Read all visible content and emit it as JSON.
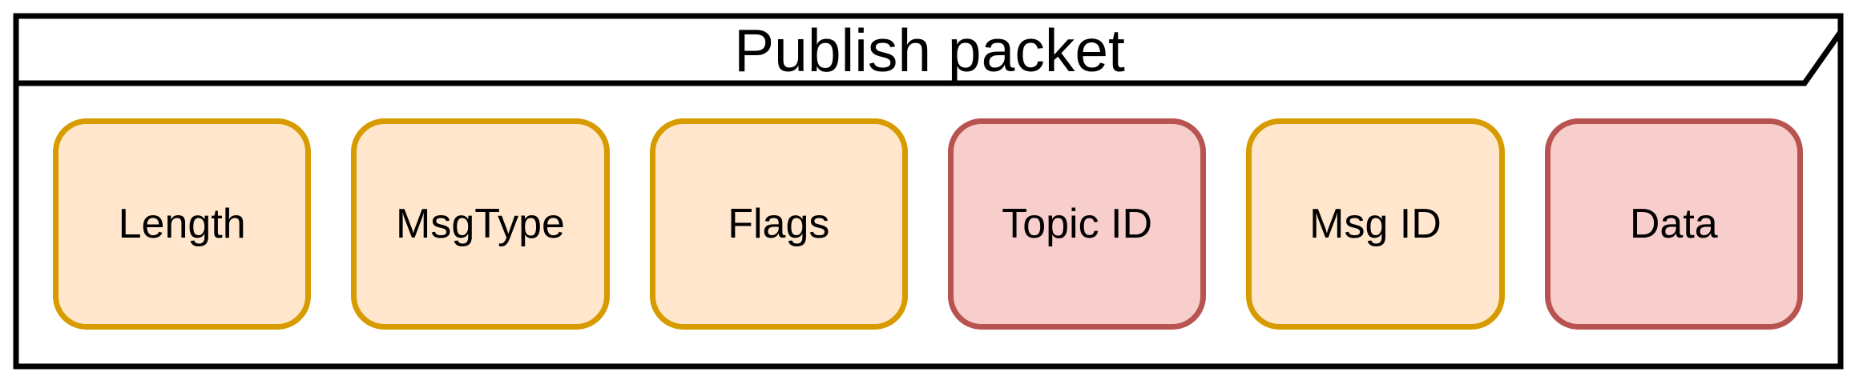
{
  "title": "Publish packet",
  "boxes": [
    {
      "label": "Length",
      "variant": "orange"
    },
    {
      "label": "MsgType",
      "variant": "orange"
    },
    {
      "label": "Flags",
      "variant": "orange"
    },
    {
      "label": "Topic ID",
      "variant": "red"
    },
    {
      "label": "Msg ID",
      "variant": "orange"
    },
    {
      "label": "Data",
      "variant": "red"
    }
  ],
  "palette": {
    "orange_fill": "#FFE6CC",
    "orange_stroke": "#D79B00",
    "red_fill": "#F8CECC",
    "red_stroke": "#B85450",
    "outline": "#000000",
    "background": "#FFFFFF"
  }
}
